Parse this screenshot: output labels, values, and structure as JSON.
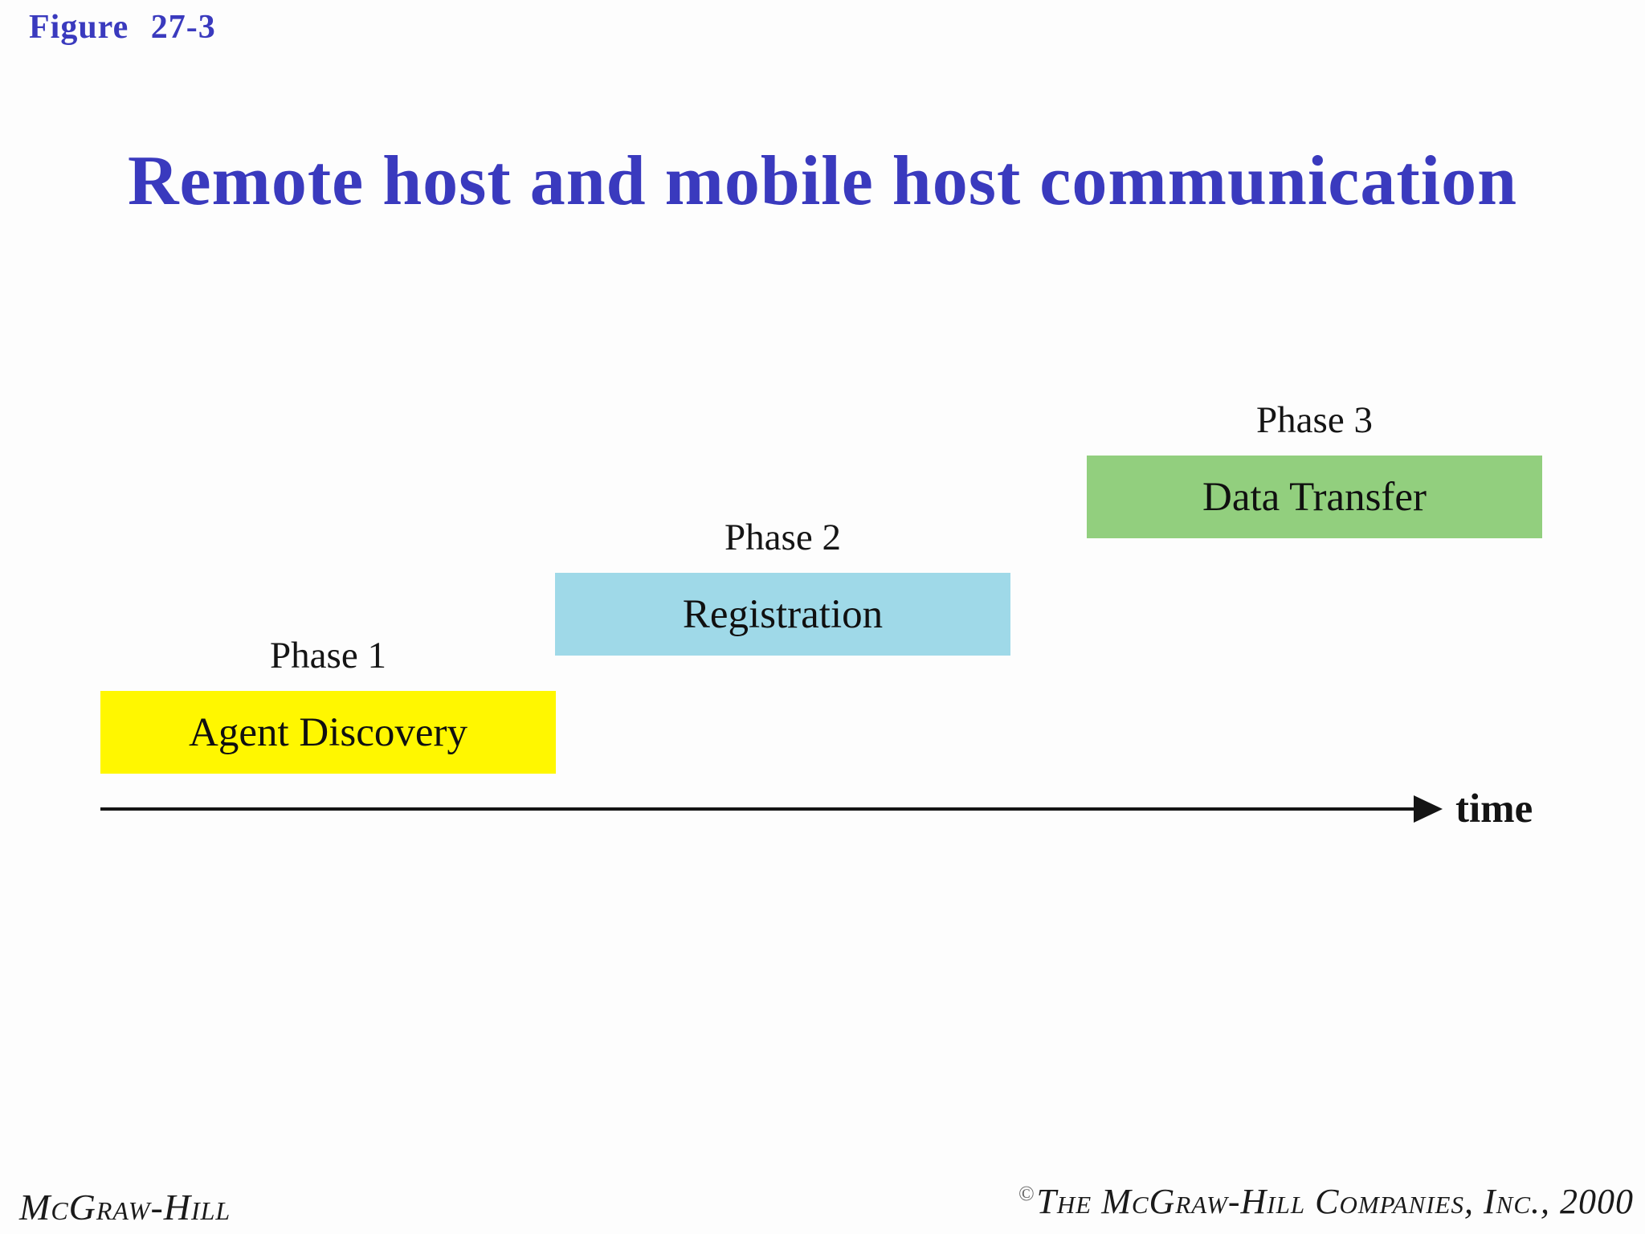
{
  "slide": {
    "figure_label": "Figure 27-3",
    "title": "Remote host and mobile host communication"
  },
  "colors": {
    "accent_blue": "#3a3abe",
    "phase1_fill": "#fff700",
    "phase2_fill": "#9fd9e8",
    "phase3_fill": "#92cf7e",
    "axis_black": "#141414"
  },
  "phases": [
    {
      "label": "Phase 1",
      "name": "Agent Discovery",
      "fill": "#fff700"
    },
    {
      "label": "Phase 2",
      "name": "Registration",
      "fill": "#9fd9e8"
    },
    {
      "label": "Phase 3",
      "name": "Data Transfer",
      "fill": "#92cf7e"
    }
  ],
  "axis": {
    "label": "time"
  },
  "footer": {
    "left": "McGraw-Hill",
    "copyright_symbol": "©",
    "right": "The McGraw-Hill Companies, Inc., 2000"
  }
}
